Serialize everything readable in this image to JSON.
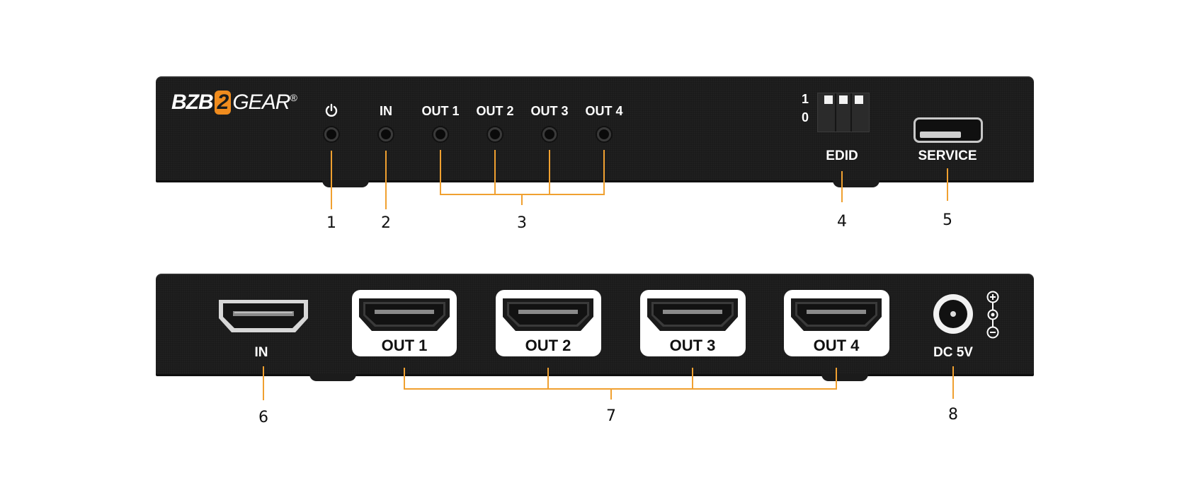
{
  "front_panel": {
    "brand": {
      "prefix": "BZB",
      "two": "2",
      "suffix": "GEAR",
      "mark": "®"
    },
    "power_icon": "power-icon",
    "leds": [
      {
        "label": ""
      },
      {
        "label": "IN"
      },
      {
        "label": "OUT 1"
      },
      {
        "label": "OUT 2"
      },
      {
        "label": "OUT 3"
      },
      {
        "label": "OUT 4"
      }
    ],
    "dip_switch": {
      "label": "EDID",
      "on_label": "1",
      "off_label": "0",
      "count": 3
    },
    "service_label": "SERVICE"
  },
  "rear_panel": {
    "input_label": "IN",
    "outputs": [
      {
        "label": "OUT 1"
      },
      {
        "label": "OUT 2"
      },
      {
        "label": "OUT 3"
      },
      {
        "label": "OUT 4"
      }
    ],
    "power_label": "DC 5V",
    "polarity_icon": "polarity-icon"
  },
  "callouts": [
    "1",
    "2",
    "3",
    "4",
    "5",
    "6",
    "7",
    "8"
  ],
  "colors": {
    "panel": "#1b1b1b",
    "accent": "#f08c1e",
    "callout_line": "#f0a030"
  }
}
